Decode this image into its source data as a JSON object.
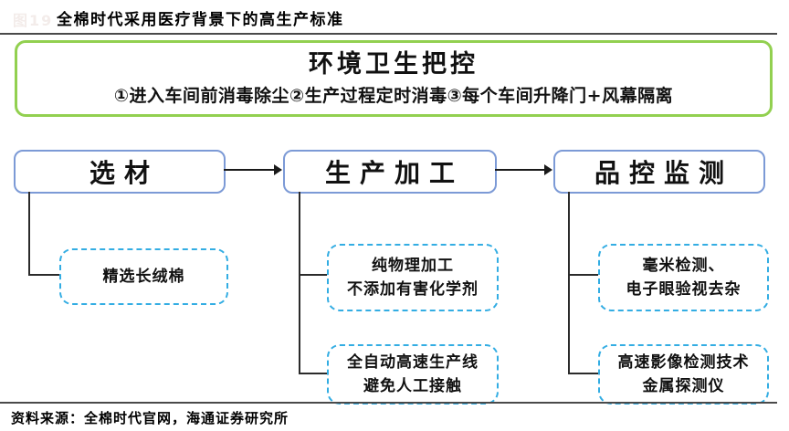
{
  "figure": {
    "ghost_label": "图19",
    "title": "全棉时代采用医疗背景下的高生产标准",
    "source": "资料来源：全棉时代官网，海通证券研究所"
  },
  "env_box": {
    "title": "环境卫生把控",
    "subtitle": "①进入车间前消毒除尘②生产过程定时消毒③每个车间升降门+风幕隔离"
  },
  "flow": {
    "columns": [
      {
        "header": "选材",
        "boxes": [
          {
            "lines": [
              "精选长绒棉"
            ]
          }
        ]
      },
      {
        "header": "生产加工",
        "boxes": [
          {
            "lines": [
              "纯物理加工",
              "不添加有害化学剂"
            ]
          },
          {
            "lines": [
              "全自动高速生产线",
              "避免人工接触"
            ]
          }
        ]
      },
      {
        "header": "品控监测",
        "boxes": [
          {
            "lines": [
              "毫米检测、",
              "电子眼验视去杂"
            ]
          },
          {
            "lines": [
              "高速影像检测技术",
              "金属探测仪"
            ]
          }
        ]
      }
    ]
  },
  "colors": {
    "green_border": "#92D050",
    "blue_border": "#7C9AD6",
    "dashed_border": "#33ADE3",
    "line": "#4a4a4a"
  }
}
